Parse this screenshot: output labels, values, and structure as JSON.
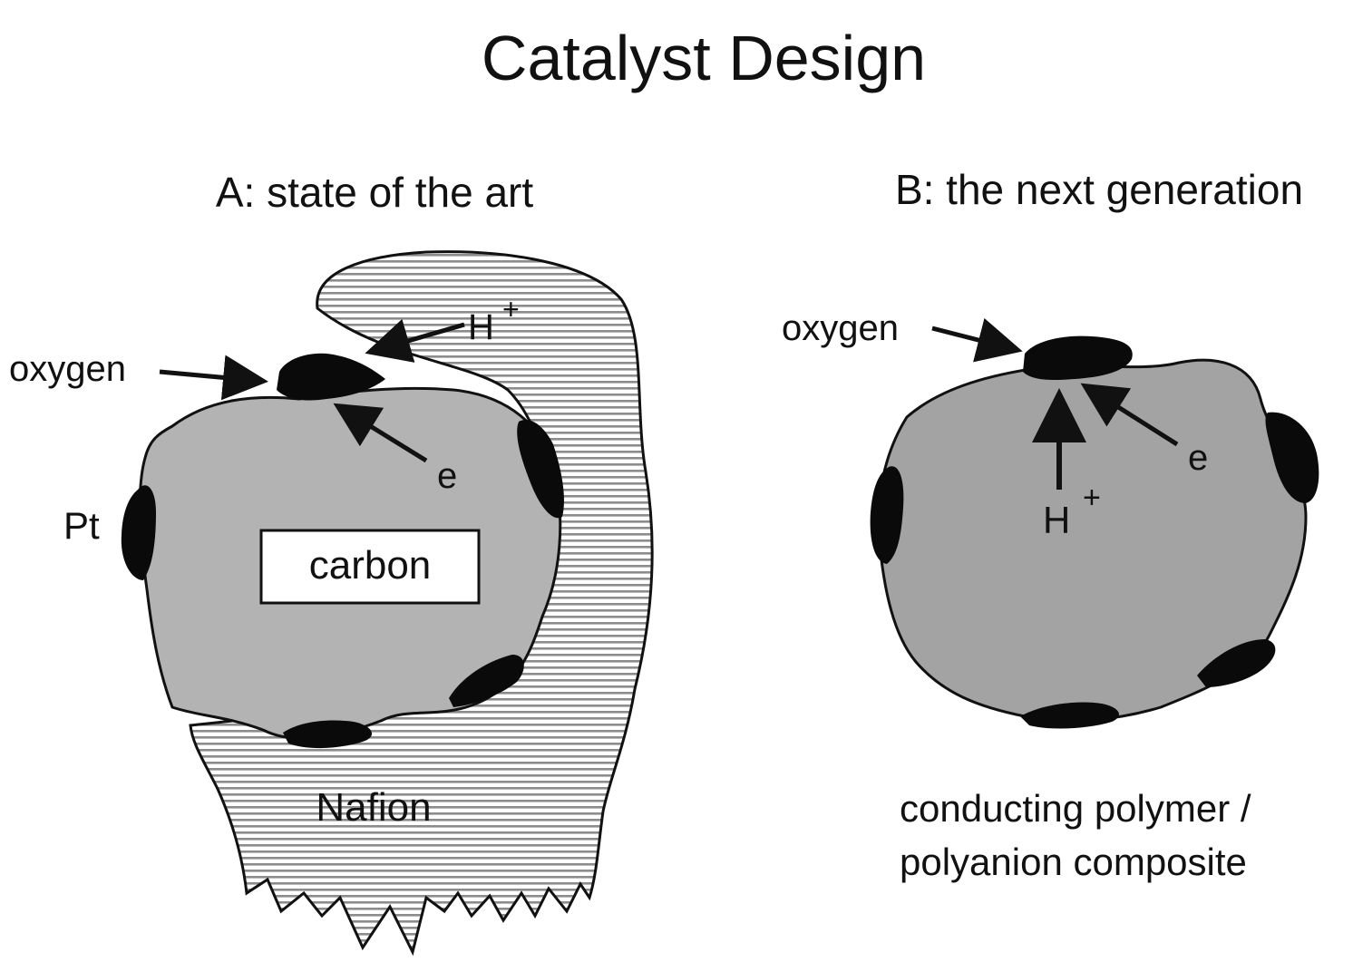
{
  "title": "Catalyst Design",
  "panel_a": {
    "heading": "A: state of the art",
    "labels": {
      "oxygen": "oxygen",
      "proton": "H",
      "proton_sup": "+",
      "electron": "e",
      "platinum": "Pt",
      "carbon": "carbon",
      "nafion": "Nafion"
    }
  },
  "panel_b": {
    "heading": "B: the next generation",
    "labels": {
      "oxygen": "oxygen",
      "proton": "H",
      "proton_sup": "+",
      "electron": "e",
      "material_line1": "conducting polymer /",
      "material_line2": "polyanion composite"
    }
  },
  "colors": {
    "carbon_fill_a": "#b3b3b3",
    "particle_fill_b": "#a3a3a3",
    "catalyst_black": "#0a0a0a",
    "nafion_stripes": "#8c8c8c",
    "outline": "#111111"
  }
}
